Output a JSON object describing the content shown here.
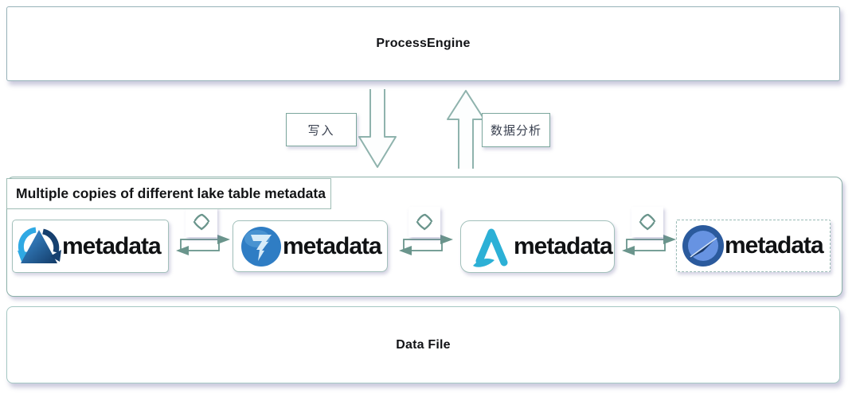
{
  "header": {
    "title": "ProcessEngine"
  },
  "flows": {
    "write": {
      "label": "写入",
      "direction": "down",
      "icon": "down-arrow-icon"
    },
    "analysis": {
      "label": "数据分析",
      "direction": "up",
      "icon": "up-arrow-icon"
    }
  },
  "metadata_group": {
    "title": "Multiple copies of different lake table metadata",
    "items": [
      {
        "label": "metadata",
        "icon": "triangle-cycle-logo-icon",
        "border": "solid"
      },
      {
        "label": "metadata",
        "icon": "blue-sphere-funnel-logo-icon",
        "border": "solid"
      },
      {
        "label": "metadata",
        "icon": "cyan-a-wave-logo-icon",
        "border": "solid"
      },
      {
        "label": "metadata",
        "icon": "blue-circle-dart-logo-icon",
        "border": "dashed"
      }
    ],
    "connector_icon": "sync-diamond-icon",
    "connector_arrow": "bidirectional-loop-arrow"
  },
  "footer": {
    "title": "Data File"
  },
  "colors": {
    "stroke_teal": "#6a958c",
    "box_border": "#a2c0ba",
    "panel_border": "#97b2b8",
    "logo_light_blue": "#2fa9e4",
    "logo_navy": "#16406f",
    "logo_sphere_blue": "#2f7dc4",
    "logo_cyan": "#2cb0d6",
    "logo_dart_ring": "#2b5a9d"
  }
}
